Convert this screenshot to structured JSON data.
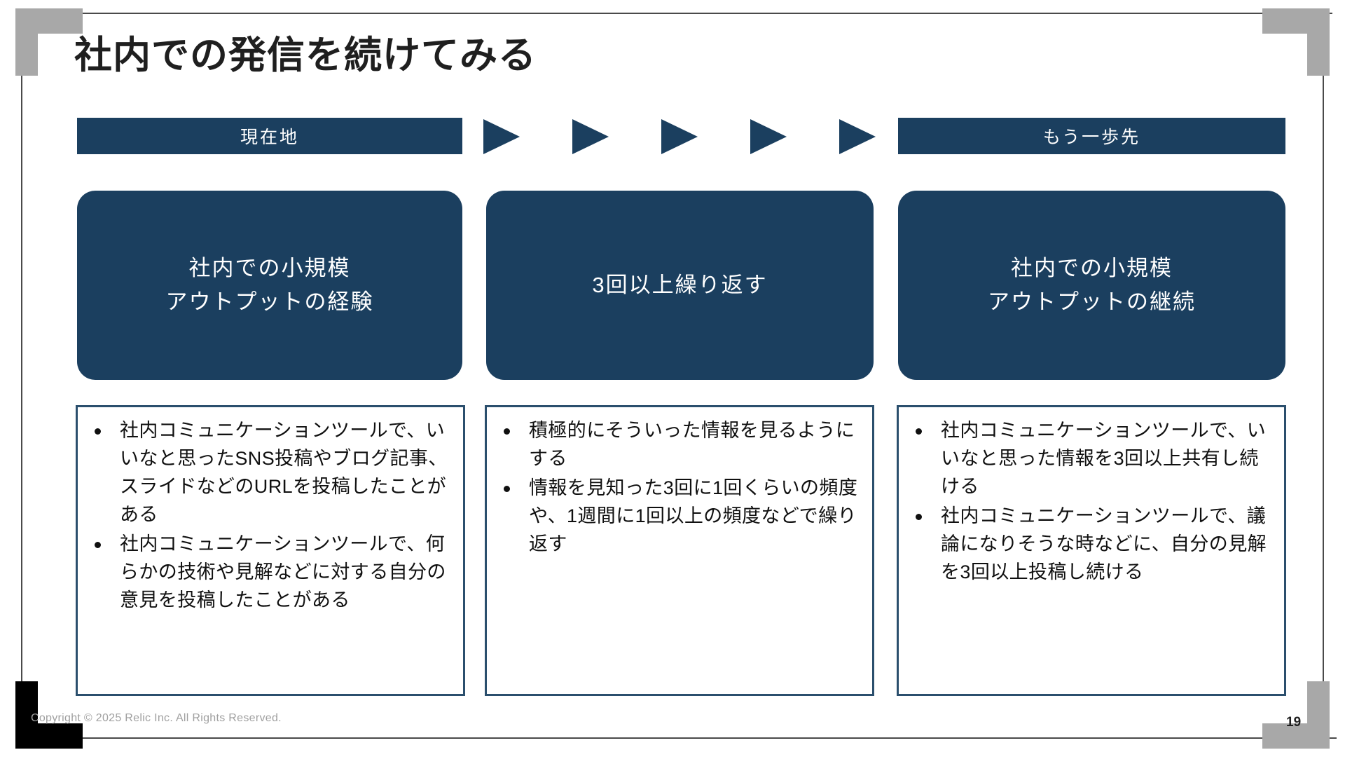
{
  "slide": {
    "title": "社内での発信を続けてみる",
    "page_number": "19",
    "copyright": "Copyright © 2025 Relic Inc. All Rights Reserved.",
    "colors": {
      "navy": "#1b3f5f",
      "box_border": "#2b4f6d",
      "corner_gray": "#a8a8a8",
      "corner_black": "#000000",
      "body_text": "#101010",
      "footer_text": "#a0a0a0"
    }
  },
  "headers": {
    "left_label": "現在地",
    "right_label": "もう一歩先"
  },
  "arrows": {
    "count": 5,
    "icon": "triangle-right-icon"
  },
  "cards": [
    {
      "id": "left",
      "text": "社内での小規模\nアウトプットの経験"
    },
    {
      "id": "mid",
      "text": "3回以上繰り返す"
    },
    {
      "id": "right",
      "text": "社内での小規模\nアウトプットの継続"
    }
  ],
  "bullet_columns": [
    {
      "id": "left",
      "items": [
        "社内コミュニケーションツールで、いいなと思ったSNS投稿やブログ記事、スライドなどのURLを投稿したことがある",
        "社内コミュニケーションツールで、何らかの技術や見解などに対する自分の意見を投稿したことがある"
      ]
    },
    {
      "id": "mid",
      "items": [
        "積極的にそういった情報を見るようにする",
        "情報を見知った3回に1回くらいの頻度や、1週間に1回以上の頻度などで繰り返す"
      ]
    },
    {
      "id": "right",
      "items": [
        "社内コミュニケーションツールで、いいなと思った情報を3回以上共有し続ける",
        "社内コミュニケーションツールで、議論になりそうな時などに、自分の見解を3回以上投稿し続ける"
      ]
    }
  ]
}
